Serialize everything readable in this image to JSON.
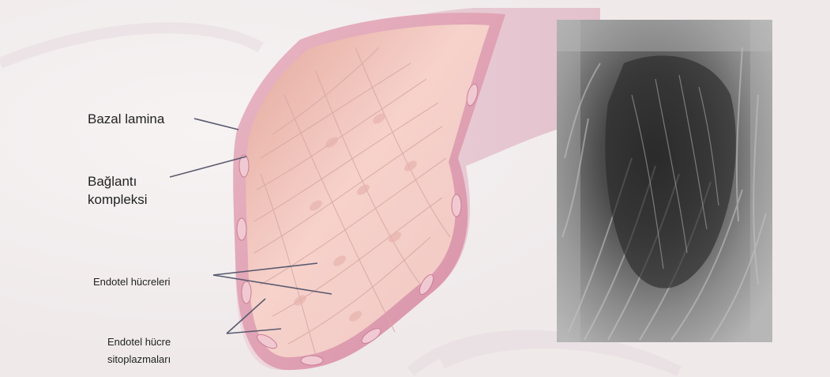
{
  "labels": {
    "basal_lamina": "Bazal lamina",
    "junction_complex": "Bağlantı\nkompleksi",
    "endothelial_cells": "Endotel hücreleri",
    "endothelial_cytoplasm": "Endotel hücre\nsitoplazmaları"
  },
  "colors": {
    "background": "#f4f0f0",
    "vessel_wall": "#d99aae",
    "vessel_lumen": "#f2c7c0",
    "leader_line": "#5a5a6e",
    "micrograph": "#6f6f6f"
  }
}
